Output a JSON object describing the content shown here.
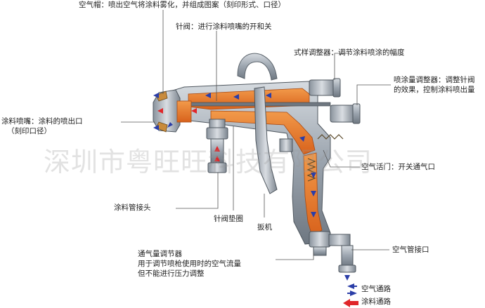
{
  "labels": {
    "air_cap": "空气帽：喷出空气将涂料雾化，并组成图案（刻印形式、口径）",
    "needle_valve": "针阀：进行涂料喷嘴的开和关",
    "pattern_adjuster": "式样调整器：调节涂料喷涂的幅度",
    "fluid_adjuster_1": "喷涂量调整器：调整针阀",
    "fluid_adjuster_2": "的效果，控制涂料喷出量",
    "fluid_nozzle_1": "涂料喷嘴：涂料的喷出口",
    "fluid_nozzle_2": "（刻印口径）",
    "air_valve": "空气活门：开关通气口",
    "fluid_inlet": "涂料管接头",
    "needle_packing": "针阀垫圈",
    "trigger": "扳机",
    "air_inlet": "空气管接口",
    "air_flow_adj_1": "通气量调节器",
    "air_flow_adj_2": "用于调节喷枪使用时的空气流量",
    "air_flow_adj_3": "但不能进行压力调整"
  },
  "watermark": "深圳市粤旺旺科技有限公司",
  "legend": {
    "air_path": "空气通路",
    "fluid_path": "涂料通路"
  },
  "colors": {
    "air": "#2b3ea8",
    "fluid": "#e0262a",
    "body_orange": "#e8762a",
    "metal": "#9aa3ad",
    "leader": "#555555"
  }
}
